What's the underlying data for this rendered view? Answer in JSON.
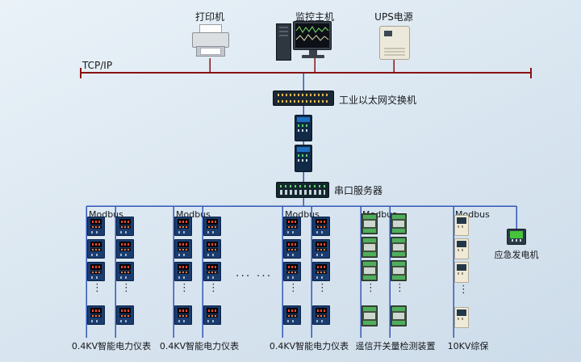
{
  "colors": {
    "tcpip_bus": "#8a1212",
    "field_bus": "#3157b9"
  },
  "top_devices": {
    "printer": "打印机",
    "host": "监控主机",
    "ups": "UPS电源"
  },
  "network": {
    "tcpip": "TCP/IP",
    "switch": "工业以太网交换机",
    "serial_server": "串口服务器"
  },
  "branches": [
    {
      "protocol": "Modbus",
      "label": "0.4KV智能电力仪表",
      "device": "power-meter"
    },
    {
      "protocol": "Modbus",
      "label": "0.4KV智能电力仪表",
      "device": "power-meter"
    },
    {
      "protocol": "Modbus",
      "label": "0.4KV智能电力仪表",
      "device": "power-meter"
    },
    {
      "protocol": "Modbus",
      "label": "遥信开关量检测装置",
      "device": "io-module"
    },
    {
      "protocol": "Modbus",
      "label": "10KV综保",
      "device": "protection-relay"
    }
  ],
  "generator": {
    "label": "应急发电机"
  },
  "glyphs": {
    "vdots": "⋮",
    "hdots": "... ..."
  }
}
